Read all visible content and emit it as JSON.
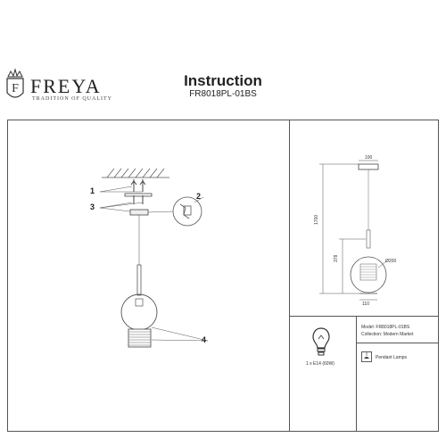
{
  "brand": {
    "logo_name": "F-monogram-crest-icon",
    "name": "FREYA",
    "tagline": "TRADITION OF QUALITY"
  },
  "header": {
    "title": "Instruction",
    "model": "FR8018PL-01BS"
  },
  "assembly": {
    "callouts": [
      "1",
      "2",
      "3",
      "4"
    ]
  },
  "dimensions": {
    "canopy_width": "100",
    "total_height": "1700",
    "shade_height": "378",
    "shade_diameter": "Ø200",
    "base_width": "110"
  },
  "specs": {
    "bulb": "1 x E14 (60W)",
    "model_line": "Model: FR8018PL-01BS",
    "collection_line": "Collection: Modern Market",
    "type_label": "Pendant Lamps"
  }
}
